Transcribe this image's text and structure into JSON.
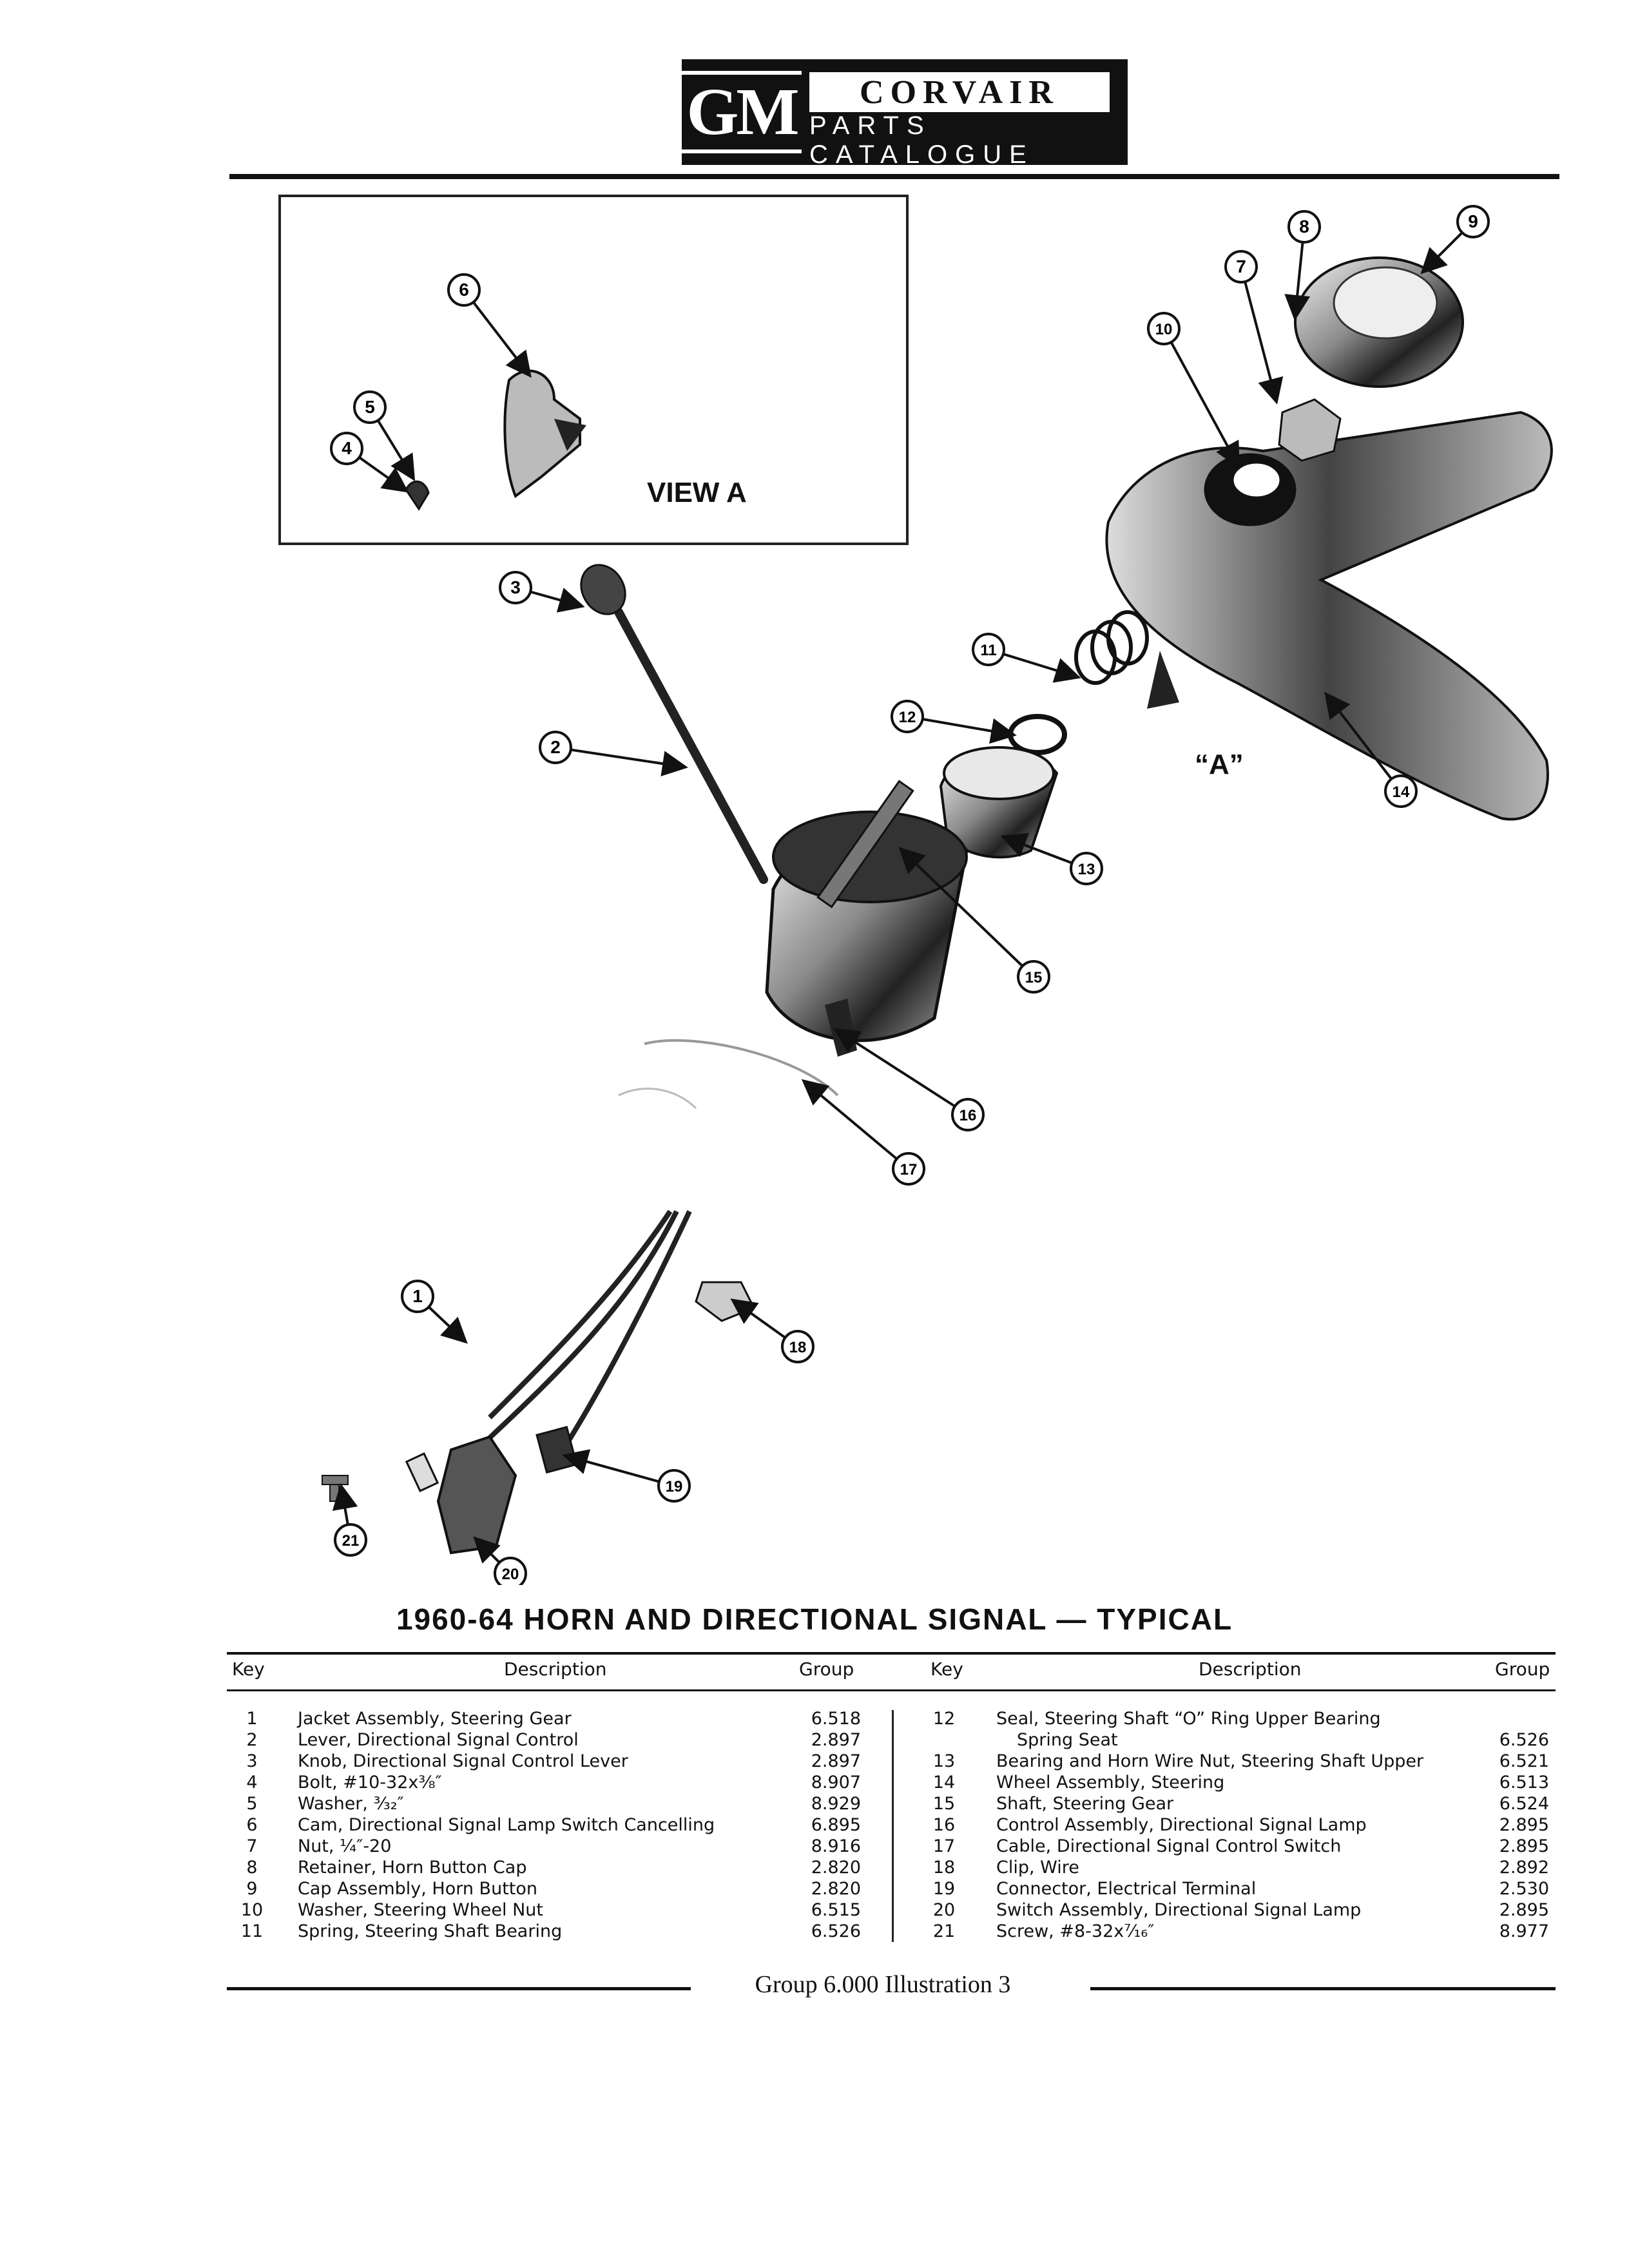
{
  "header": {
    "logo": "GM",
    "brand": "CORVAIR",
    "subtitle": "PARTS CATALOGUE"
  },
  "diagram": {
    "inset_label": "VIEW A",
    "view_marker": "“A”",
    "callouts": [
      "1",
      "2",
      "3",
      "4",
      "5",
      "6",
      "7",
      "8",
      "9",
      "10",
      "11",
      "12",
      "13",
      "14",
      "15",
      "16",
      "17",
      "18",
      "19",
      "20",
      "21"
    ]
  },
  "caption": "1960-64 HORN AND DIRECTIONAL SIGNAL — TYPICAL",
  "table": {
    "headers": {
      "key": "Key",
      "description": "Description",
      "group": "Group"
    },
    "left_rows": [
      {
        "key": "1",
        "description": "Jacket Assembly, Steering Gear",
        "group": "6.518"
      },
      {
        "key": "2",
        "description": "Lever, Directional Signal Control",
        "group": "2.897"
      },
      {
        "key": "3",
        "description": "Knob, Directional Signal Control Lever",
        "group": "2.897"
      },
      {
        "key": "4",
        "description": "Bolt, #10-32x⅜″",
        "group": "8.907"
      },
      {
        "key": "5",
        "description": "Washer, ³⁄₃₂″",
        "group": "8.929"
      },
      {
        "key": "6",
        "description": "Cam, Directional Signal Lamp Switch Cancelling",
        "group": "6.895"
      },
      {
        "key": "7",
        "description": "Nut, ¼″-20",
        "group": "8.916"
      },
      {
        "key": "8",
        "description": "Retainer, Horn Button Cap",
        "group": "2.820"
      },
      {
        "key": "9",
        "description": "Cap Assembly, Horn Button",
        "group": "2.820"
      },
      {
        "key": "10",
        "description": "Washer, Steering Wheel Nut",
        "group": "6.515"
      },
      {
        "key": "11",
        "description": "Spring, Steering Shaft Bearing",
        "group": "6.526"
      }
    ],
    "right_rows": [
      {
        "key": "12",
        "description": "Seal, Steering Shaft “O” Ring Upper Bearing",
        "description2": "Spring Seat",
        "group": "6.526"
      },
      {
        "key": "13",
        "description": "Bearing and Horn Wire Nut, Steering Shaft Upper",
        "group": "6.521"
      },
      {
        "key": "14",
        "description": "Wheel Assembly, Steering",
        "group": "6.513"
      },
      {
        "key": "15",
        "description": "Shaft, Steering Gear",
        "group": "6.524"
      },
      {
        "key": "16",
        "description": "Control Assembly, Directional Signal Lamp",
        "group": "2.895"
      },
      {
        "key": "17",
        "description": "Cable, Directional Signal Control Switch",
        "group": "2.895"
      },
      {
        "key": "18",
        "description": "Clip, Wire",
        "group": "2.892"
      },
      {
        "key": "19",
        "description": "Connector, Electrical Terminal",
        "group": "2.530"
      },
      {
        "key": "20",
        "description": "Switch Assembly, Directional Signal Lamp",
        "group": "2.895"
      },
      {
        "key": "21",
        "description": "Screw, #8-32x⁷⁄₁₆″",
        "group": "8.977"
      }
    ]
  },
  "footer": "Group 6.000 Illustration 3"
}
